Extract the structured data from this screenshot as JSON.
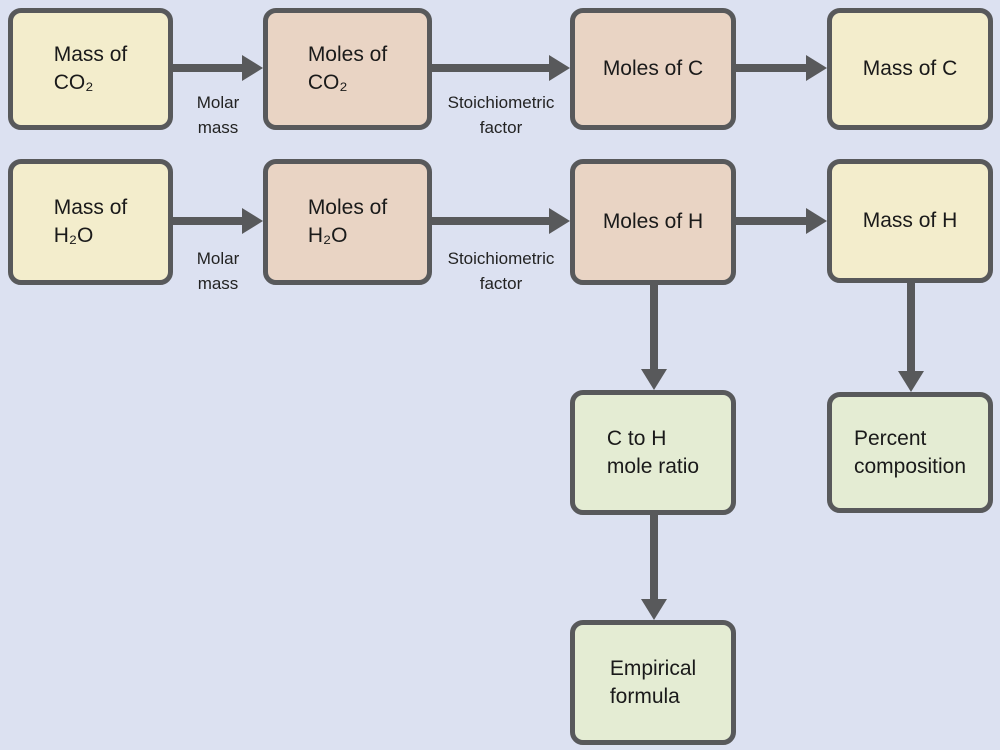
{
  "diagram": {
    "title": "Combustion analysis flowchart: determining empirical formula and percent composition from masses of CO2 and H2O",
    "colors": {
      "background": "#dce1f1",
      "stroke": "#58595b",
      "node_fill_cream": "#f3edcc",
      "node_fill_tan": "#e9d4c4",
      "node_fill_green": "#e4ecd3",
      "text": "#1a1a1a"
    },
    "nodes": {
      "mass_co2": "Mass of\nCO₂",
      "moles_co2": "Moles of\nCO₂",
      "moles_c": "Moles of C",
      "mass_c": "Mass of C",
      "mass_h2o": "Mass of\nH₂O",
      "moles_h2o": "Moles of\nH₂O",
      "moles_h": "Moles of H",
      "mass_h": "Mass of H",
      "c_to_h_mole_ratio": "C to H\nmole ratio",
      "percent_composition": "Percent\ncomposition",
      "empirical_formula": "Empirical\nformula"
    },
    "edge_labels": {
      "molar_mass_row1": "Molar\nmass",
      "stoichiometric_factor_row1": "Stoichiometric\nfactor",
      "molar_mass_row2": "Molar\nmass",
      "stoichiometric_factor_row2": "Stoichiometric\nfactor"
    }
  }
}
